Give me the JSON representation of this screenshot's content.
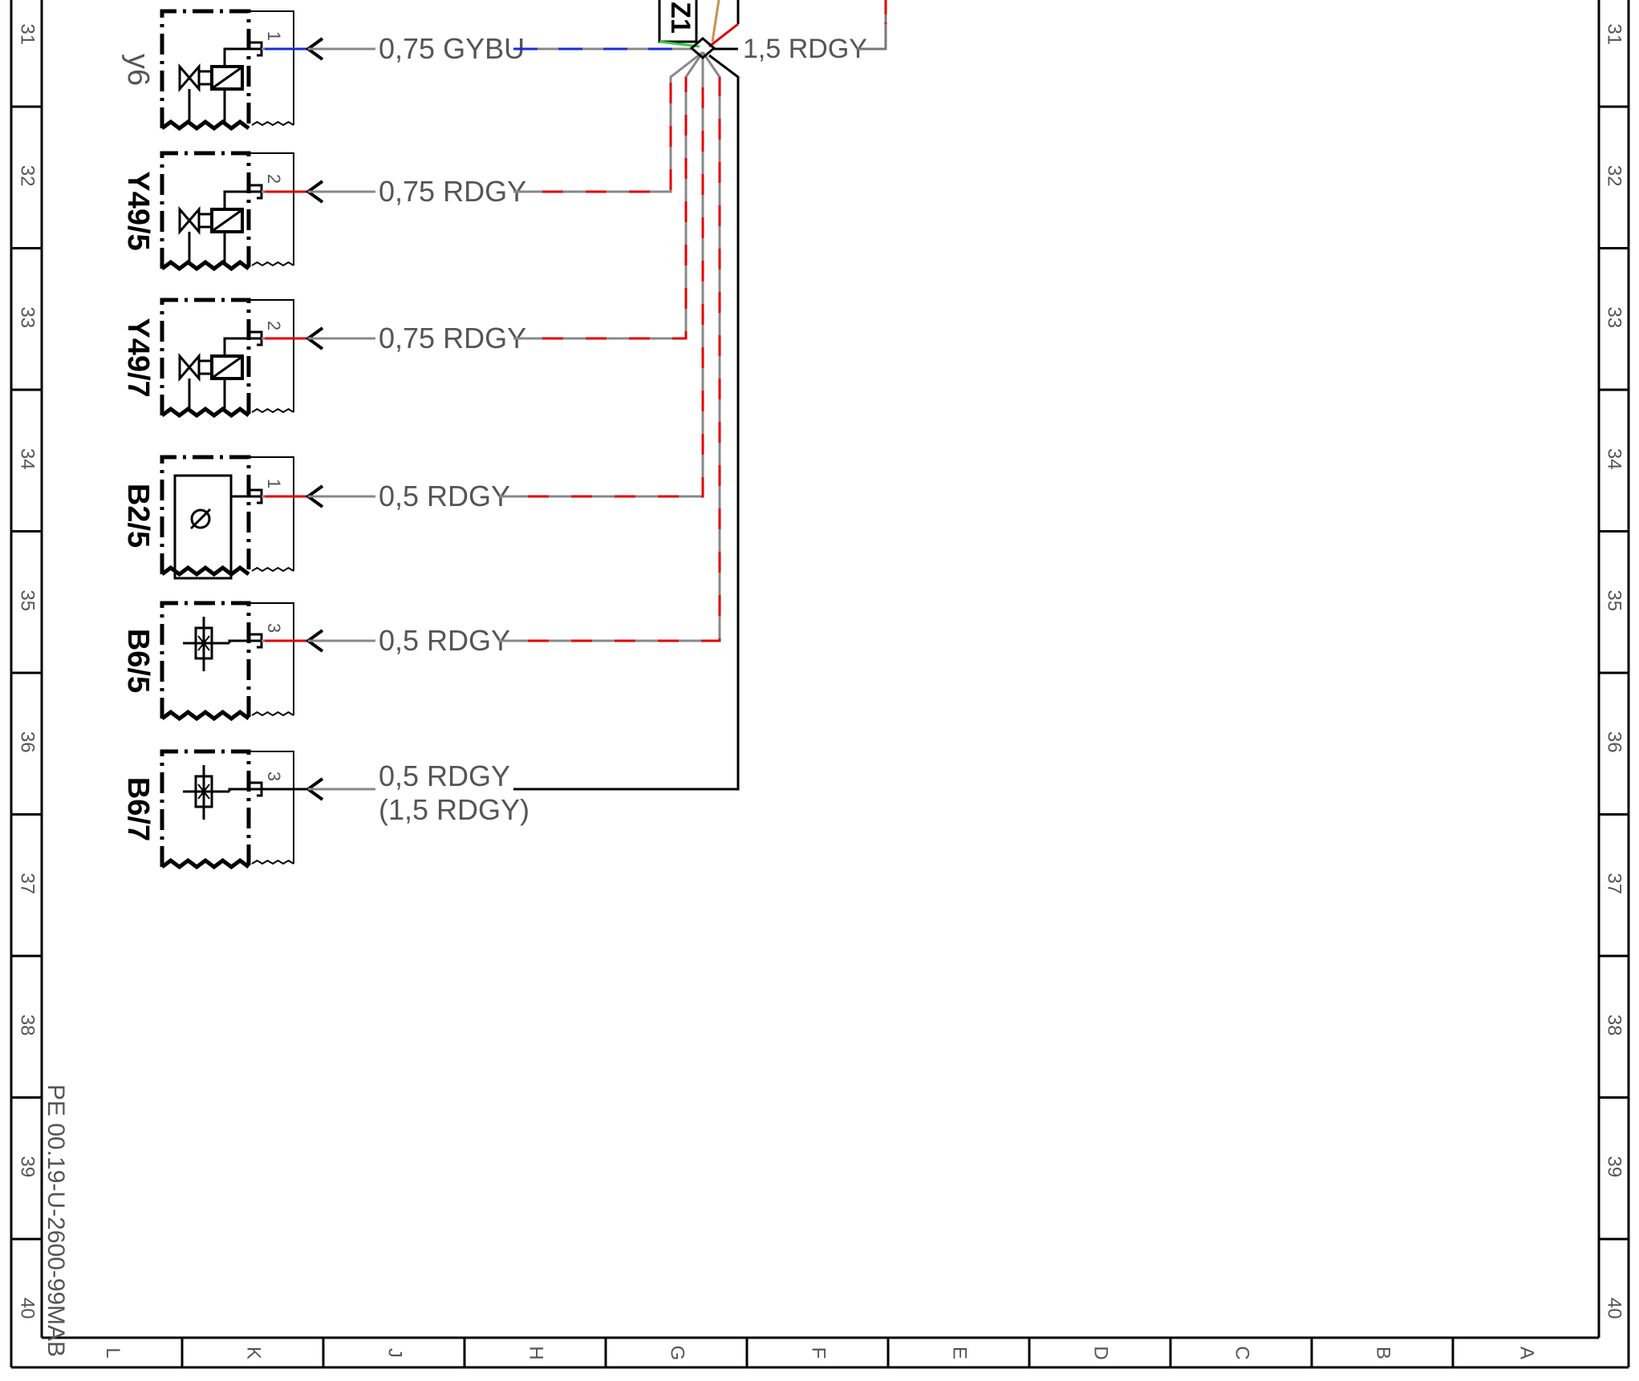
{
  "row_labels_left": [
    "31",
    "32",
    "33",
    "34",
    "35",
    "36",
    "37",
    "38",
    "39",
    "40"
  ],
  "row_labels_right": [
    "31",
    "32",
    "33",
    "34",
    "35",
    "36",
    "37",
    "38",
    "39",
    "40"
  ],
  "column_labels": [
    "L",
    "K",
    "J",
    "H",
    "G",
    "F",
    "E",
    "D",
    "C",
    "B",
    "A"
  ],
  "splice_label": "Z1",
  "splice_feed_wire": "1,5 RDGY",
  "components": [
    {
      "id": "y6",
      "pin": "1",
      "wire": "0,75 GYBU",
      "wire2": "",
      "symbol": "valve",
      "wire_color": "blue"
    },
    {
      "id": "Y49/5",
      "pin": "2",
      "wire": "0,75 RDGY",
      "wire2": "",
      "symbol": "valve",
      "wire_color": "red"
    },
    {
      "id": "Y49/7",
      "pin": "2",
      "wire": "0,75 RDGY",
      "wire2": "",
      "symbol": "valve",
      "wire_color": "red"
    },
    {
      "id": "B2/5",
      "pin": "1",
      "wire": "0,5 RDGY",
      "wire2": "",
      "symbol": "sensor",
      "wire_color": "red"
    },
    {
      "id": "B6/5",
      "pin": "3",
      "wire": "0,5 RDGY",
      "wire2": "",
      "symbol": "hall",
      "wire_color": "red"
    },
    {
      "id": "B6/7",
      "pin": "3",
      "wire": "0,5 RDGY",
      "wire2": "(1,5 RDGY)",
      "symbol": "hall",
      "wire_color": "black"
    }
  ],
  "document_id": "PE 00.19-U-2600-99MAB"
}
